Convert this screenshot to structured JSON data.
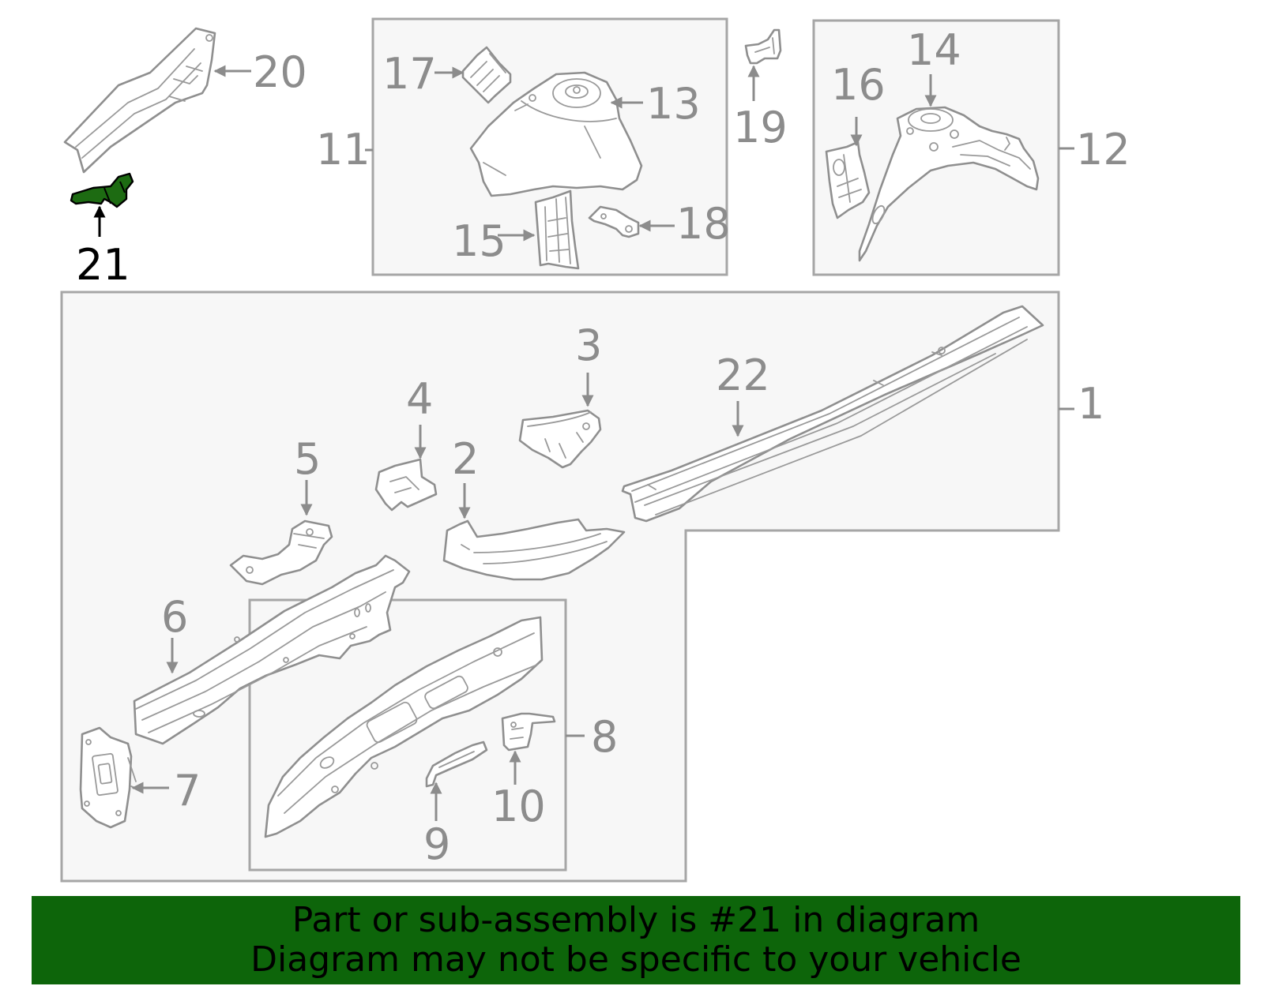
{
  "diagram": {
    "highlighted_part": "21",
    "callouts": {
      "c1": "1",
      "c2": "2",
      "c3": "3",
      "c4": "4",
      "c5": "5",
      "c6": "6",
      "c7": "7",
      "c8": "8",
      "c9": "9",
      "c10": "10",
      "c11": "11",
      "c12": "12",
      "c13": "13",
      "c14": "14",
      "c15": "15",
      "c16": "16",
      "c17": "17",
      "c18": "18",
      "c19": "19",
      "c20": "20",
      "c21": "21",
      "c22": "22"
    },
    "colors": {
      "highlight": "#1d6b12",
      "banner": "#0d650a",
      "line": "#8c8c8c",
      "panel": "#f7f7f7"
    }
  },
  "banner": {
    "line1": "Part or sub-assembly is #21 in diagram",
    "line2": "Diagram may not be specific to your vehicle"
  }
}
